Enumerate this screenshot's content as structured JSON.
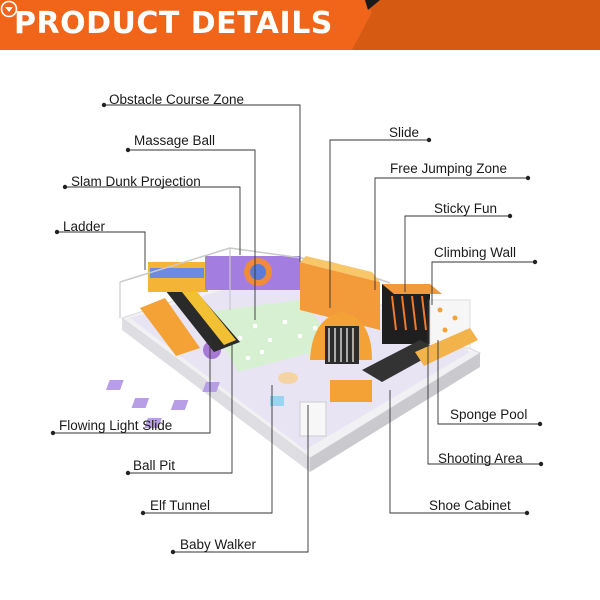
{
  "header": {
    "title": "PRODUCT DETAILS",
    "icon": "chevron-down-circle-icon",
    "colors": {
      "primary": "#f0651a",
      "secondary": "#d75a12",
      "text": "#ffffff"
    }
  },
  "labels": {
    "obstacle_course_zone": "Obstacle Course Zone",
    "massage_ball": "Massage Ball",
    "slam_dunk_projection": "Slam Dunk Projection",
    "ladder": "Ladder",
    "slide": "Slide",
    "free_jumping_zone": "Free Jumping Zone",
    "sticky_fun": "Sticky Fun",
    "climbing_wall": "Climbing Wall",
    "flowing_light_slide": "Flowing Light Slide",
    "ball_pit": "Ball Pit",
    "elf_tunnel": "Elf Tunnel",
    "baby_walker": "Baby Walker",
    "sponge_pool": "Sponge Pool",
    "shooting_area": "Shooting Area",
    "shoe_cabinet": "Shoe Cabinet"
  }
}
